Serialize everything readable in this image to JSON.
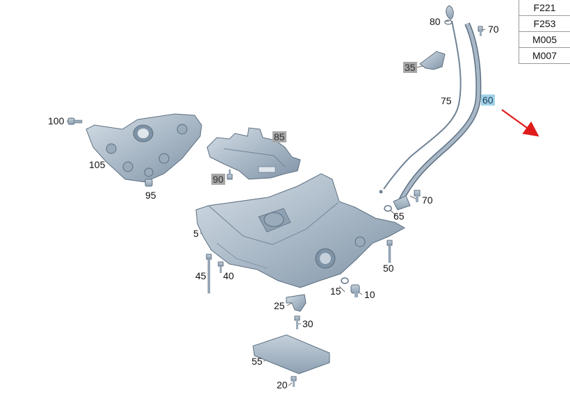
{
  "model_codes": [
    "F221",
    "F253",
    "M005",
    "M007"
  ],
  "callouts": {
    "c5": "5",
    "c10": "10",
    "c15": "15",
    "c20": "20",
    "c25": "25",
    "c30": "30",
    "c35": "35",
    "c40": "40",
    "c45": "45",
    "c50": "50",
    "c55": "55",
    "c60": "60",
    "c65": "65",
    "c70a": "70",
    "c70b": "70",
    "c75": "75",
    "c80": "80",
    "c85": "85",
    "c90": "90",
    "c95": "95",
    "c100": "100",
    "c105": "105"
  },
  "colors": {
    "part_fill": "#b3c2cf",
    "part_stroke": "#5c6f80",
    "highlight": "#9fd3e8",
    "grey_label": "#a7a7a7",
    "arrow": "#e01b1b"
  }
}
